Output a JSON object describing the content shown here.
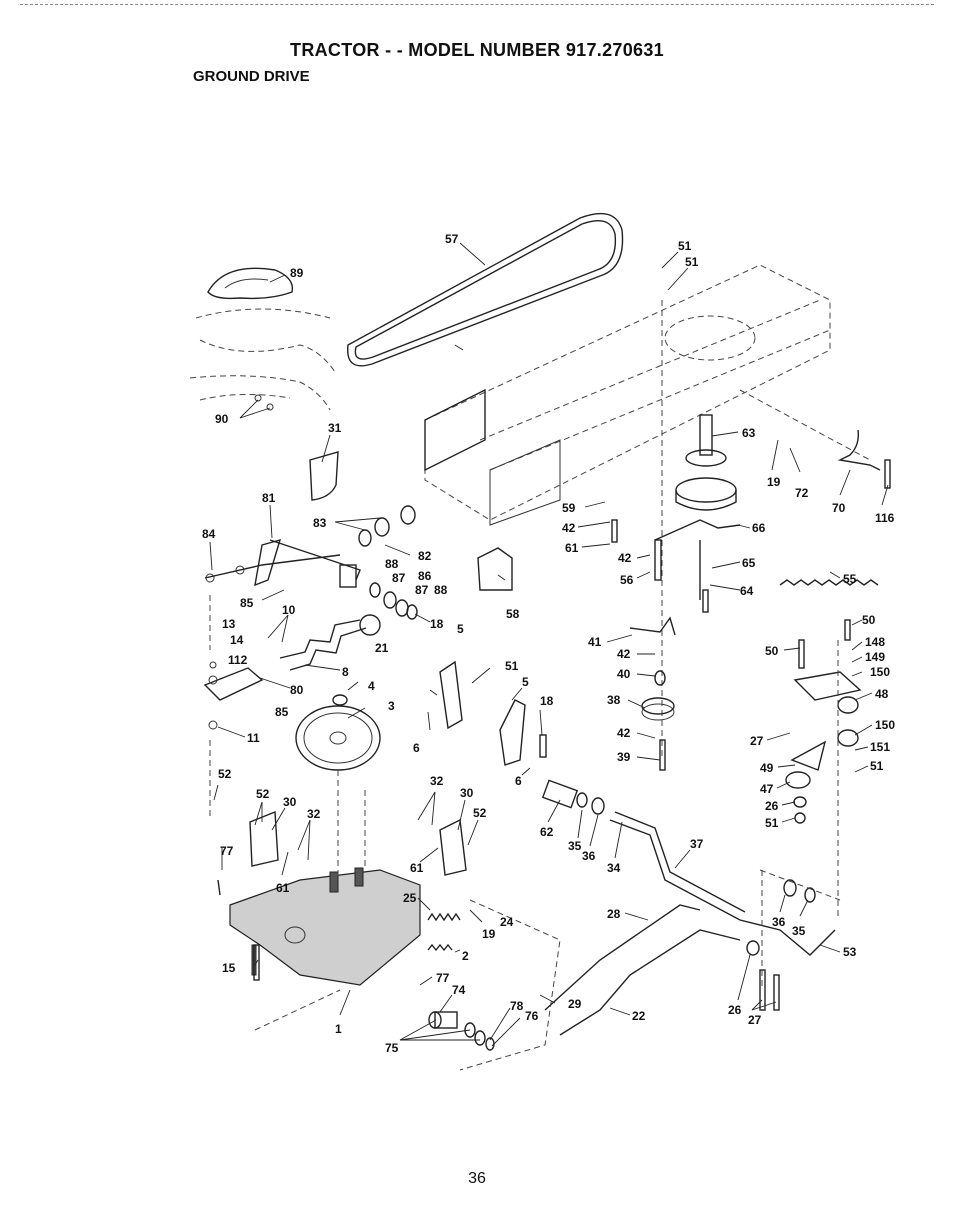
{
  "header": {
    "title": "TRACTOR - - MODEL NUMBER 917.270631",
    "section": "GROUND DRIVE"
  },
  "page_number": "36",
  "callouts": {
    "c57": "57",
    "c89": "89",
    "c90": "90",
    "c31": "31",
    "c81": "81",
    "c83": "83",
    "c82": "82",
    "c84": "84",
    "c88a": "88",
    "c87a": "87",
    "c86": "86",
    "c87b": "87",
    "c88b": "88",
    "c85a": "85",
    "c10": "10",
    "c18a": "18",
    "c5a": "5",
    "c21": "21",
    "c13": "13",
    "c14": "14",
    "c112": "112",
    "c8": "8",
    "c80": "80",
    "c85b": "85",
    "c4": "4",
    "c3": "3",
    "c11": "11",
    "c6a": "6",
    "c51c": "51",
    "c5b": "5",
    "c18b": "18",
    "c6b": "6",
    "c52a": "52",
    "c52b": "52",
    "c30a": "30",
    "c32a": "32",
    "c32b": "32",
    "c77a": "77",
    "c61a": "61",
    "c30b": "30",
    "c52c": "52",
    "c61b": "61",
    "c25": "25",
    "c19a": "19",
    "c24": "24",
    "c2": "2",
    "c77b": "77",
    "c15": "15",
    "c1": "1",
    "c74": "74",
    "c75": "75",
    "c78": "78",
    "c76": "76",
    "c58": "58",
    "c51a": "51",
    "c51b": "51",
    "c63": "63",
    "c19b": "19",
    "c72": "72",
    "c70": "70",
    "c116": "116",
    "c59": "59",
    "c42a": "42",
    "c61c": "61",
    "c66": "66",
    "c42b": "42",
    "c56": "56",
    "c65": "65",
    "c64": "64",
    "c55": "55",
    "c41": "41",
    "c42c": "42",
    "c40": "40",
    "c38": "38",
    "c42d": "42",
    "c39": "39",
    "c62": "62",
    "c35a": "35",
    "c36a": "36",
    "c34": "34",
    "c37": "37",
    "c28": "28",
    "c29": "29",
    "c22": "22",
    "c50a": "50",
    "c50b": "50",
    "c148": "148",
    "c149": "149",
    "c150a": "150",
    "c48": "48",
    "c150b": "150",
    "c27a": "27",
    "c151": "151",
    "c51d": "51",
    "c49": "49",
    "c47": "47",
    "c26a": "26",
    "c51e": "51",
    "c36b": "36",
    "c35b": "35",
    "c53": "53",
    "c26b": "26",
    "c27b": "27"
  }
}
